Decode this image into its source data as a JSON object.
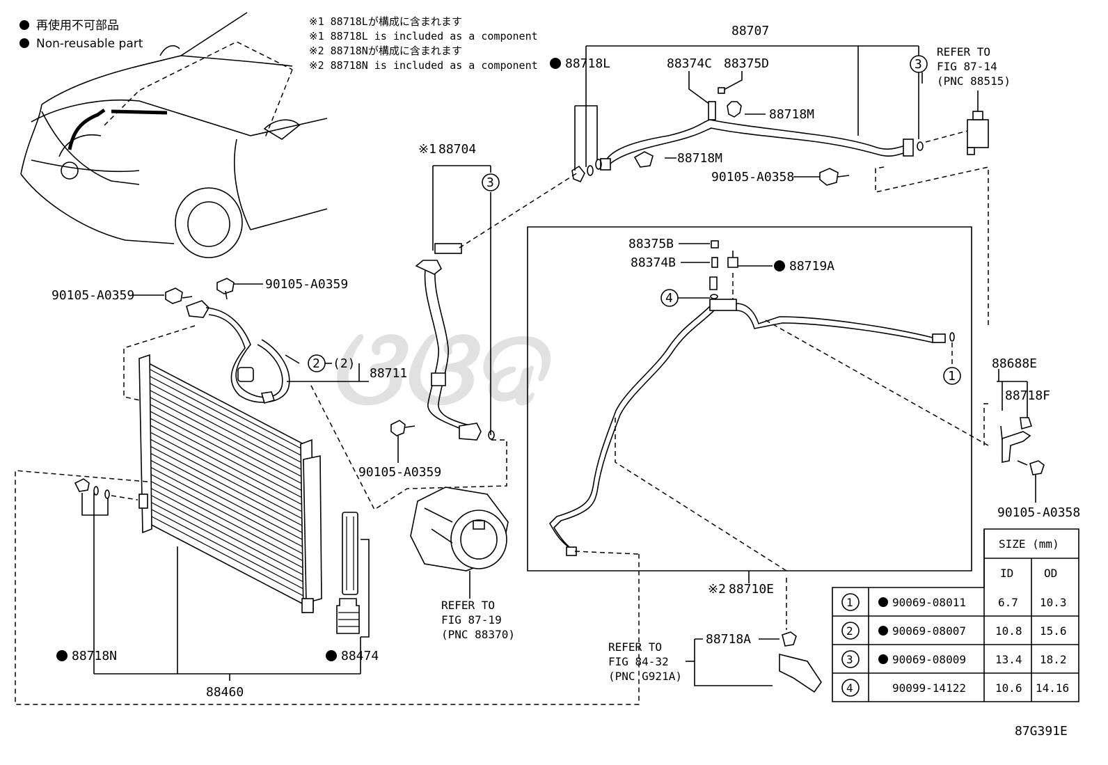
{
  "legend": {
    "ja": "再使用不可部品",
    "en": "Non-reusable part"
  },
  "notes": [
    "※1 88718Lが構成に含まれます",
    "※1 88718L is included as a component",
    "※2 88718Nが構成に含まれます",
    "※2 88718N is included as a component"
  ],
  "labels": {
    "p88707": "88707",
    "p88718L": "88718L",
    "p88374C": "88374C",
    "p88375D": "88375D",
    "p88718M_a": "88718M",
    "p88718M_b": "88718M",
    "p90105_A0358_top": "90105-A0358",
    "p88704": "88704",
    "p88704_mark": "※1",
    "p90105_A0359_l": "90105-A0359",
    "p90105_A0359_r": "90105-A0359",
    "p88711": "88711",
    "p88711_qty": "(2)",
    "p90105_A0359_b": "90105-A0359",
    "p88375B": "88375B",
    "p88374B": "88374B",
    "p88719A": "88719A",
    "p88688E": "88688E",
    "p88718F": "88718F",
    "p90105_A0358_r": "90105-A0358",
    "p88710E": "88710E",
    "p88710E_mark": "※2",
    "p88718A": "88718A",
    "p88718N": "88718N",
    "p88474": "88474",
    "p88460": "88460"
  },
  "refs": {
    "r1": [
      "REFER TO",
      "FIG 87-14",
      "(PNC 88515)"
    ],
    "r2": [
      "REFER TO",
      "FIG 87-19",
      "(PNC 88370)"
    ],
    "r3": [
      "REFER TO",
      "FIG 84-32",
      "(PNC G921A)"
    ]
  },
  "callouts": {
    "c1": "1",
    "c2": "2",
    "c3a": "3",
    "c3b": "3",
    "c4": "4"
  },
  "size_table": {
    "title": "SIZE (mm)",
    "headers": [
      "ID",
      "OD"
    ],
    "rows": [
      {
        "no": "1",
        "part": "90069-08011",
        "id": "6.7",
        "od": "10.3",
        "non_reusable": true
      },
      {
        "no": "2",
        "part": "90069-08007",
        "id": "10.8",
        "od": "15.6",
        "non_reusable": true
      },
      {
        "no": "3",
        "part": "90069-08009",
        "id": "13.4",
        "od": "18.2",
        "non_reusable": true
      },
      {
        "no": "4",
        "part": "90099-14122",
        "id": "10.6",
        "od": "14.16",
        "non_reusable": false
      }
    ]
  },
  "fig_code": "87G391E",
  "watermark": "ଓଓଦ"
}
